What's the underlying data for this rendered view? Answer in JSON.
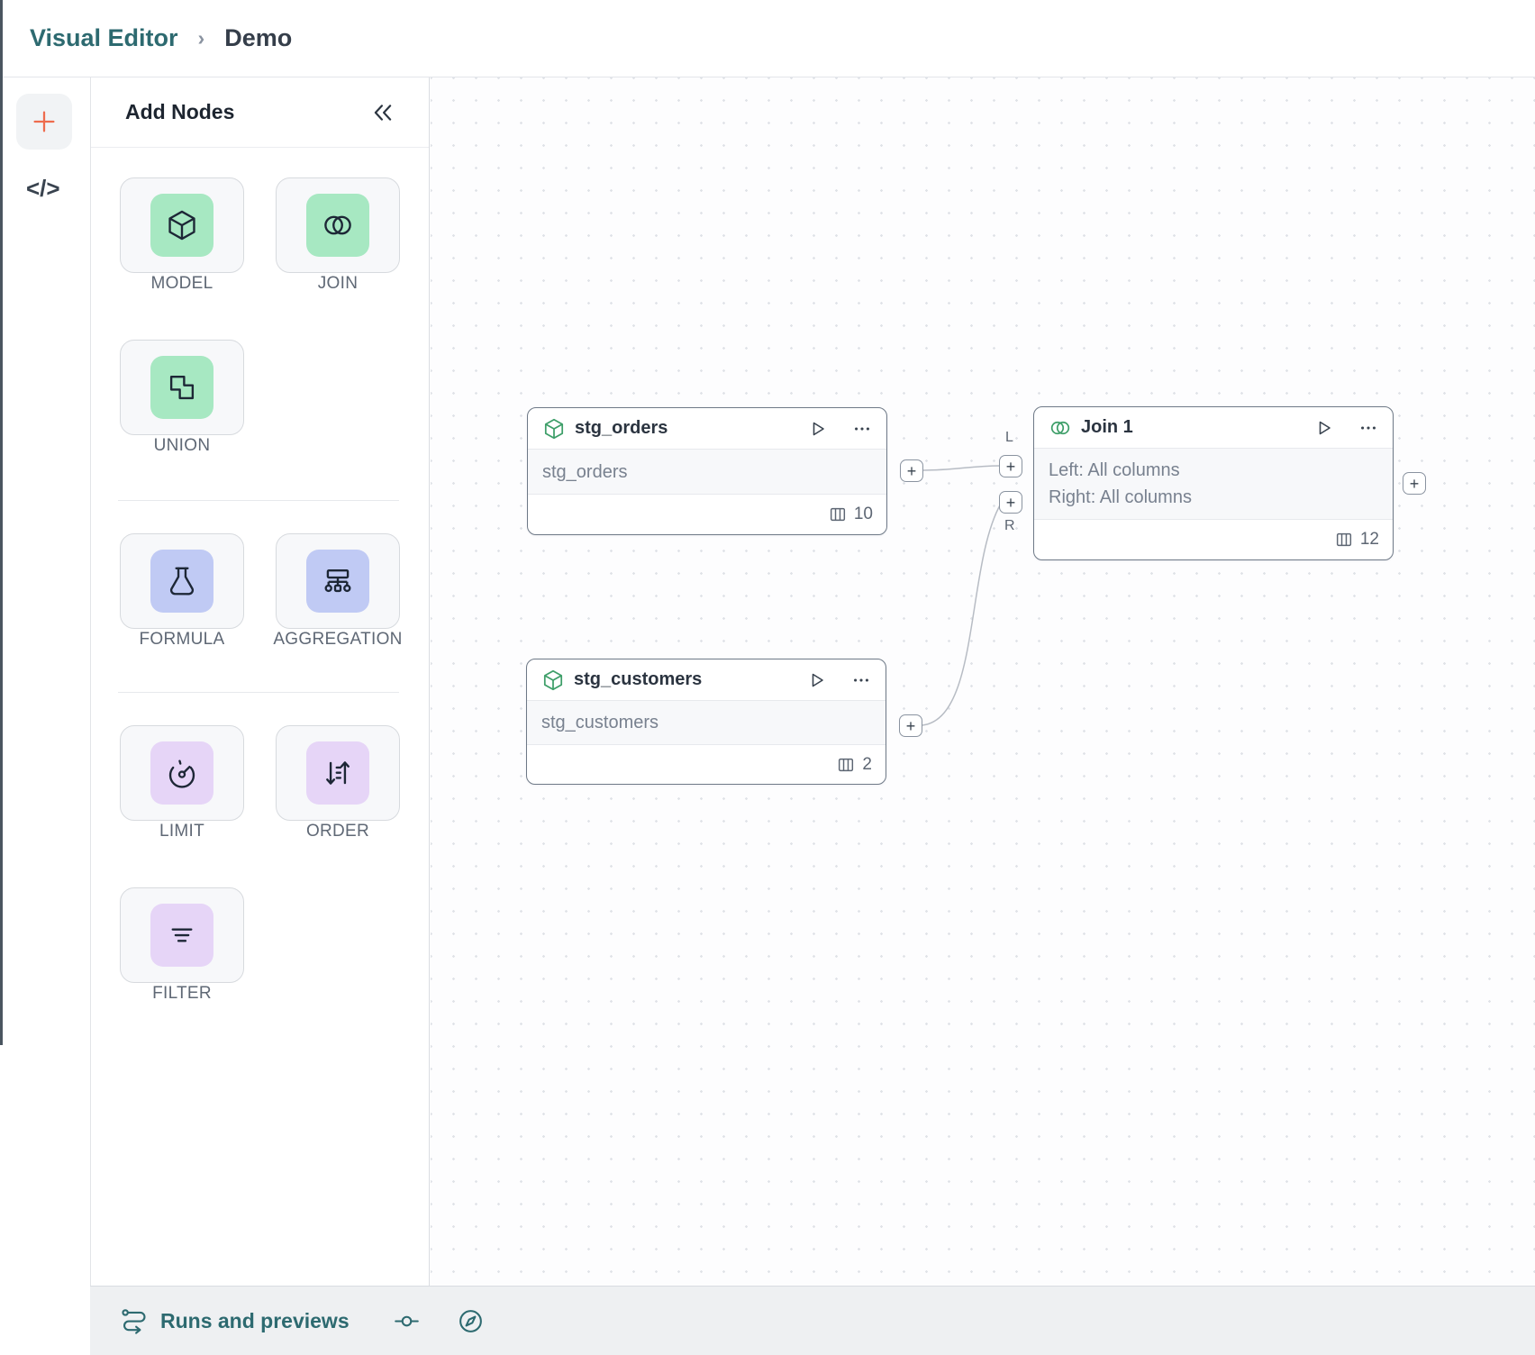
{
  "header": {
    "breadcrumb": [
      {
        "label": "Visual Editor"
      },
      {
        "label": "Demo"
      }
    ],
    "separator": "›"
  },
  "side_toolbar": {
    "code_button": "</>"
  },
  "palette": {
    "title": "Add Nodes",
    "groups": [
      {
        "items": [
          {
            "label": "MODEL",
            "icon": "cube-icon"
          },
          {
            "label": "JOIN",
            "icon": "join-circles-icon"
          },
          {
            "label": "UNION",
            "icon": "union-squares-icon"
          }
        ]
      },
      {
        "items": [
          {
            "label": "FORMULA",
            "icon": "flask-icon"
          },
          {
            "label": "AGGREGATION",
            "icon": "sitemap-icon"
          }
        ]
      },
      {
        "items": [
          {
            "label": "LIMIT",
            "icon": "gauge-icon"
          },
          {
            "label": "ORDER",
            "icon": "sort-arrows-icon"
          },
          {
            "label": "FILTER",
            "icon": "filter-lines-icon"
          }
        ]
      }
    ]
  },
  "canvas": {
    "nodes": [
      {
        "title": "stg_orders",
        "icon": "cube-icon",
        "body": [
          "stg_orders"
        ],
        "column_count": "10"
      },
      {
        "title": "Join 1",
        "icon": "join-circles-icon",
        "body": [
          "Left: All columns",
          "Right: All columns"
        ],
        "column_count": "12"
      },
      {
        "title": "stg_customers",
        "icon": "cube-icon",
        "body": [
          "stg_customers"
        ],
        "column_count": "2"
      }
    ],
    "handle_plus": "+",
    "join_input_labels": {
      "left": "L",
      "right": "R"
    }
  },
  "status_bar": {
    "runs_label": "Runs and previews"
  },
  "colors": {
    "brand_teal": "#2d6a70",
    "accent_orange": "#ee6b4d",
    "node_icon_green": "#3d9e68",
    "mint": "#a7e8c2",
    "periwinkle": "#c0caf4",
    "lavender": "#e6d5f7"
  }
}
